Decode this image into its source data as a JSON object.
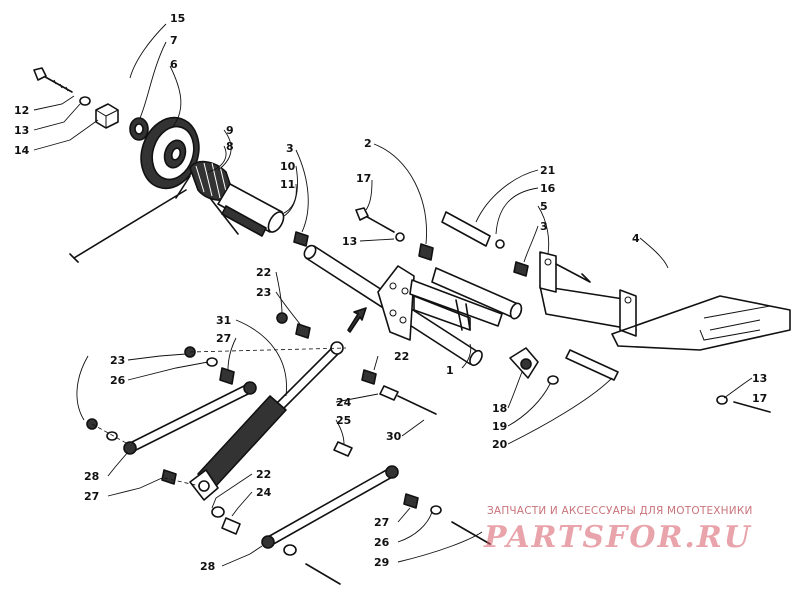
{
  "callouts": [
    {
      "id": "c15",
      "label": "15"
    },
    {
      "id": "c7",
      "label": "7"
    },
    {
      "id": "c6",
      "label": "6"
    },
    {
      "id": "c12",
      "label": "12"
    },
    {
      "id": "c13a",
      "label": "13"
    },
    {
      "id": "c14",
      "label": "14"
    },
    {
      "id": "c9",
      "label": "9"
    },
    {
      "id": "c8",
      "label": "8"
    },
    {
      "id": "c3a",
      "label": "3"
    },
    {
      "id": "c10",
      "label": "10"
    },
    {
      "id": "c11",
      "label": "11"
    },
    {
      "id": "c2",
      "label": "2"
    },
    {
      "id": "c17a",
      "label": "17"
    },
    {
      "id": "c13b",
      "label": "13"
    },
    {
      "id": "c21",
      "label": "21"
    },
    {
      "id": "c16",
      "label": "16"
    },
    {
      "id": "c5",
      "label": "5"
    },
    {
      "id": "c3b",
      "label": "3"
    },
    {
      "id": "c4",
      "label": "4"
    },
    {
      "id": "c22a",
      "label": "22"
    },
    {
      "id": "c23a",
      "label": "23"
    },
    {
      "id": "c31",
      "label": "31"
    },
    {
      "id": "c27a",
      "label": "27"
    },
    {
      "id": "c23b",
      "label": "23"
    },
    {
      "id": "c26a",
      "label": "26"
    },
    {
      "id": "c22b",
      "label": "22"
    },
    {
      "id": "c1",
      "label": "1"
    },
    {
      "id": "c24a",
      "label": "24"
    },
    {
      "id": "c25",
      "label": "25"
    },
    {
      "id": "c30",
      "label": "30"
    },
    {
      "id": "c18",
      "label": "18"
    },
    {
      "id": "c19",
      "label": "19"
    },
    {
      "id": "c20",
      "label": "20"
    },
    {
      "id": "c13c",
      "label": "13"
    },
    {
      "id": "c17b",
      "label": "17"
    },
    {
      "id": "c28a",
      "label": "28"
    },
    {
      "id": "c27b",
      "label": "27"
    },
    {
      "id": "c22c",
      "label": "22"
    },
    {
      "id": "c24b",
      "label": "24"
    },
    {
      "id": "c27c",
      "label": "27"
    },
    {
      "id": "c26b",
      "label": "26"
    },
    {
      "id": "c28b",
      "label": "28"
    },
    {
      "id": "c29",
      "label": "29"
    }
  ],
  "watermark": {
    "tagline": "ЗАПЧАСТИ И АКСЕССУАРЫ ДЛЯ МОТОТЕХНИКИ",
    "logo": "PARTSFOR.RU"
  }
}
